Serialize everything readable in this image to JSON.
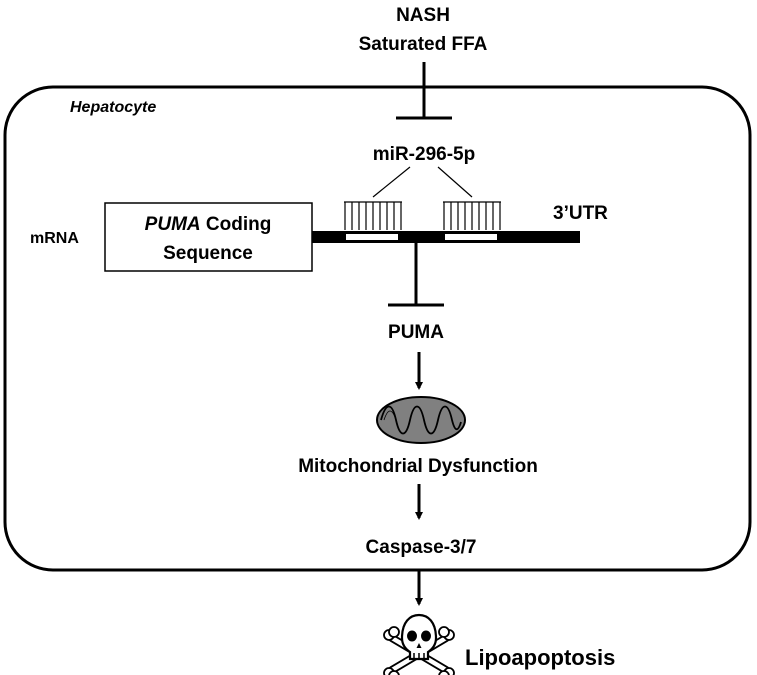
{
  "stimulus": {
    "line1": "NASH",
    "line2": "Saturated FFA"
  },
  "cell": {
    "label": "Hepatocyte"
  },
  "mirna": {
    "label": "miR-296-5p"
  },
  "mrna": {
    "label": "mRNA",
    "coding_italic": "PUMA",
    "coding_rest": " Coding",
    "coding_line2": "Sequence",
    "utr_label": "3’UTR"
  },
  "puma": {
    "label": "PUMA"
  },
  "mito": {
    "label": "Mitochondrial Dysfunction"
  },
  "caspase": {
    "label": "Caspase-3/7"
  },
  "outcome": {
    "label": "Lipoapoptosis"
  },
  "colors": {
    "ink": "#000000",
    "mito_fill": "#808080",
    "background": "#ffffff"
  }
}
